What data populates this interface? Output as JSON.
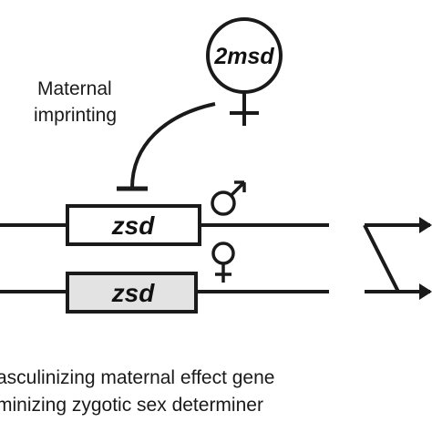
{
  "diagram": {
    "maternal_gene": "2msd",
    "annotation_line1": "Maternal",
    "annotation_line2": "imprinting",
    "gene_top": "zsd",
    "gene_bottom": "zsd",
    "legend_line1": "asculinizing maternal effect gene",
    "legend_line2": "minizing zygotic sex determiner"
  },
  "colors": {
    "line": "#1a1a1a",
    "gene_top_fill": "#ffffff",
    "gene_bottom_fill": "#e3e3e3"
  },
  "symbols": {
    "maternal": "female-symbol",
    "top_chromosome": "male-symbol",
    "bottom_chromosome": "female-symbol"
  }
}
